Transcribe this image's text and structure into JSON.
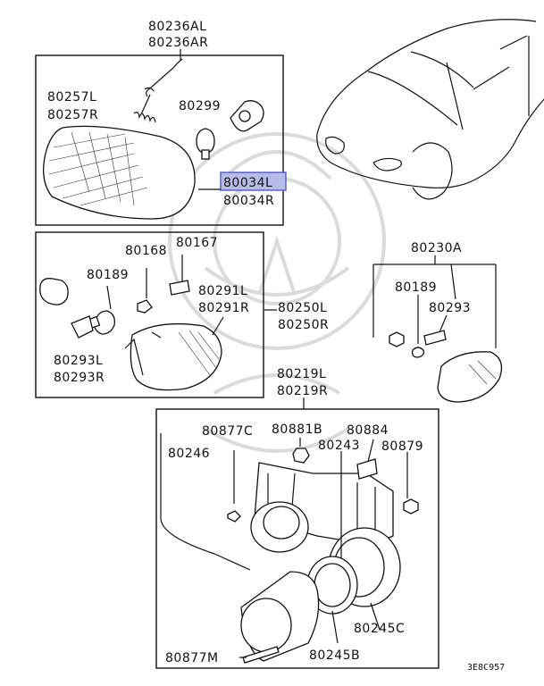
{
  "parts": {
    "lever_a": "80236AL",
    "lever_b": "80236AR",
    "spring_l": "80257L",
    "spring_r": "80257R",
    "bulb_front": "80299",
    "lens_l": "80034L",
    "lens_r": "80034R",
    "socket_168": "80168",
    "clip_167": "80167",
    "bulb_189": "80189",
    "bracket_291l": "80291L",
    "bracket_291r": "80291R",
    "assy_250l": "80250L",
    "assy_250r": "80250R",
    "holder_293l": "80293L",
    "holder_293r": "80293R",
    "side_230a": "80230A",
    "side_bulb_189": "80189",
    "side_293": "80293",
    "fog_219l": "80219L",
    "fog_219r": "80219R",
    "screw_877c": "80877C",
    "nut_881b": "80881B",
    "clip_884": "80884",
    "bulb_243": "80243",
    "housing_246": "80246",
    "nut_879": "80879",
    "ring_245c": "80245C",
    "ring_245b": "80245B",
    "screw_877m": "80877M"
  },
  "diagram_code": "3E8C957",
  "highlight_color": "#b7bce8"
}
